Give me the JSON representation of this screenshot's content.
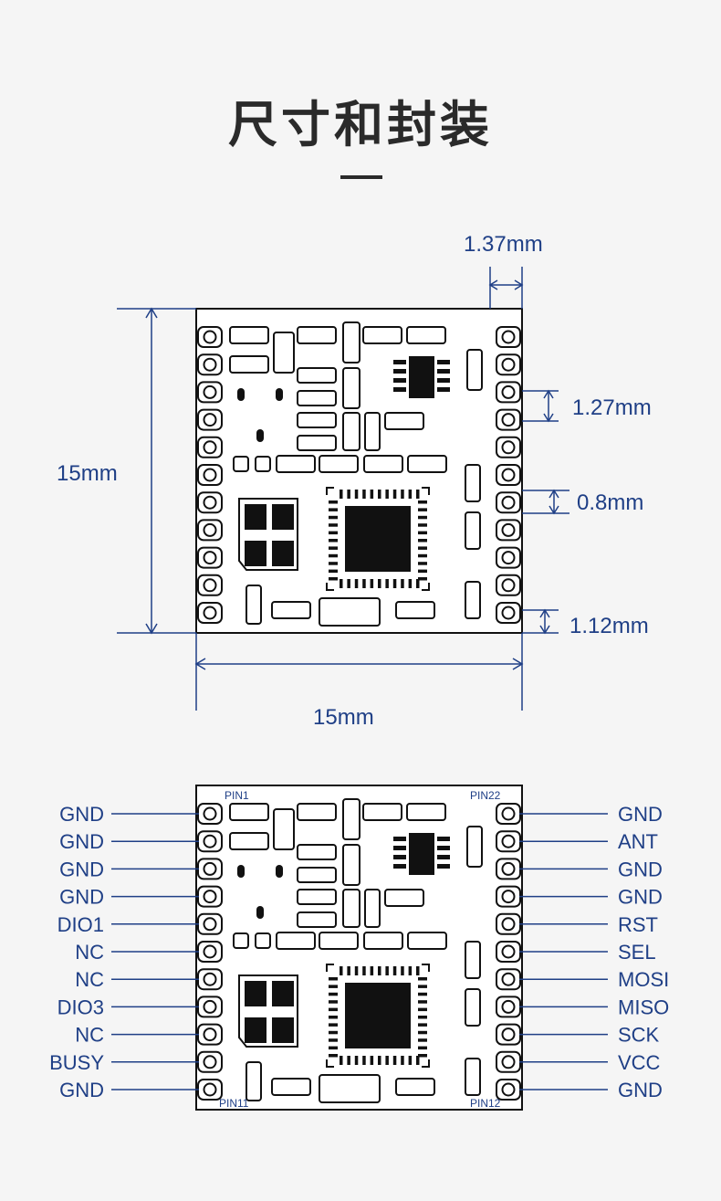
{
  "title": "尺寸和封装",
  "dimensions": {
    "top_pad_width": "1.37mm",
    "pin_pitch": "1.27mm",
    "pad_height": "0.8mm",
    "bottom_pad_edge": "1.12mm",
    "height": "15mm",
    "width": "15mm"
  },
  "pin_markers": {
    "pin1": "PIN1",
    "pin22": "PIN22",
    "pin11": "PIN11",
    "pin12": "PIN12"
  },
  "left_pins": [
    "GND",
    "GND",
    "GND",
    "GND",
    "DIO1",
    "NC",
    "NC",
    "DIO3",
    "NC",
    "BUSY",
    "GND"
  ],
  "right_pins": [
    "GND",
    "ANT",
    "GND",
    "GND",
    "RST",
    "SEL",
    "MOSI",
    "MISO",
    "SCK",
    "VCC",
    "GND"
  ],
  "colors": {
    "accent": "#1f3f86",
    "outline": "#111111",
    "background": "#f5f5f5"
  }
}
